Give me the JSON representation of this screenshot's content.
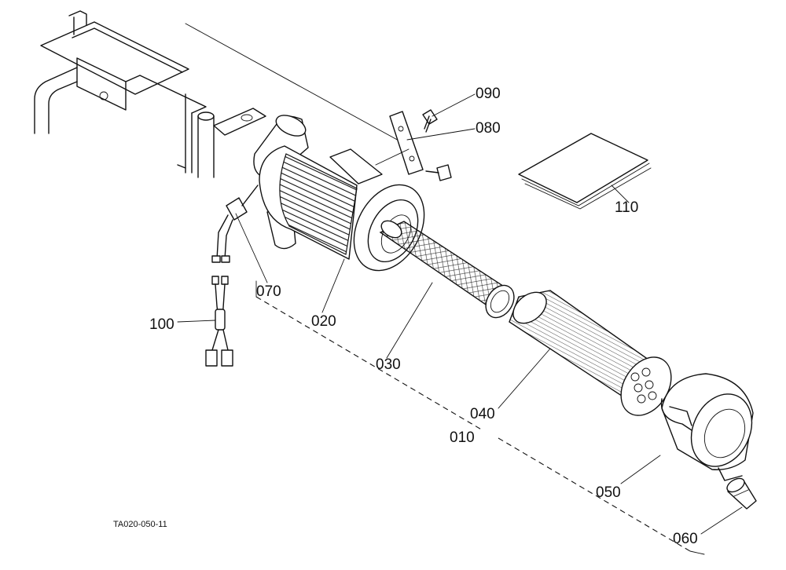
{
  "callouts": {
    "p010": "010",
    "p020": "020",
    "p030": "030",
    "p040": "040",
    "p050": "050",
    "p060": "060",
    "p070": "070",
    "p080": "080",
    "p090": "090",
    "p100": "100",
    "p110": "110"
  },
  "figure_code": "TA020-050-11"
}
